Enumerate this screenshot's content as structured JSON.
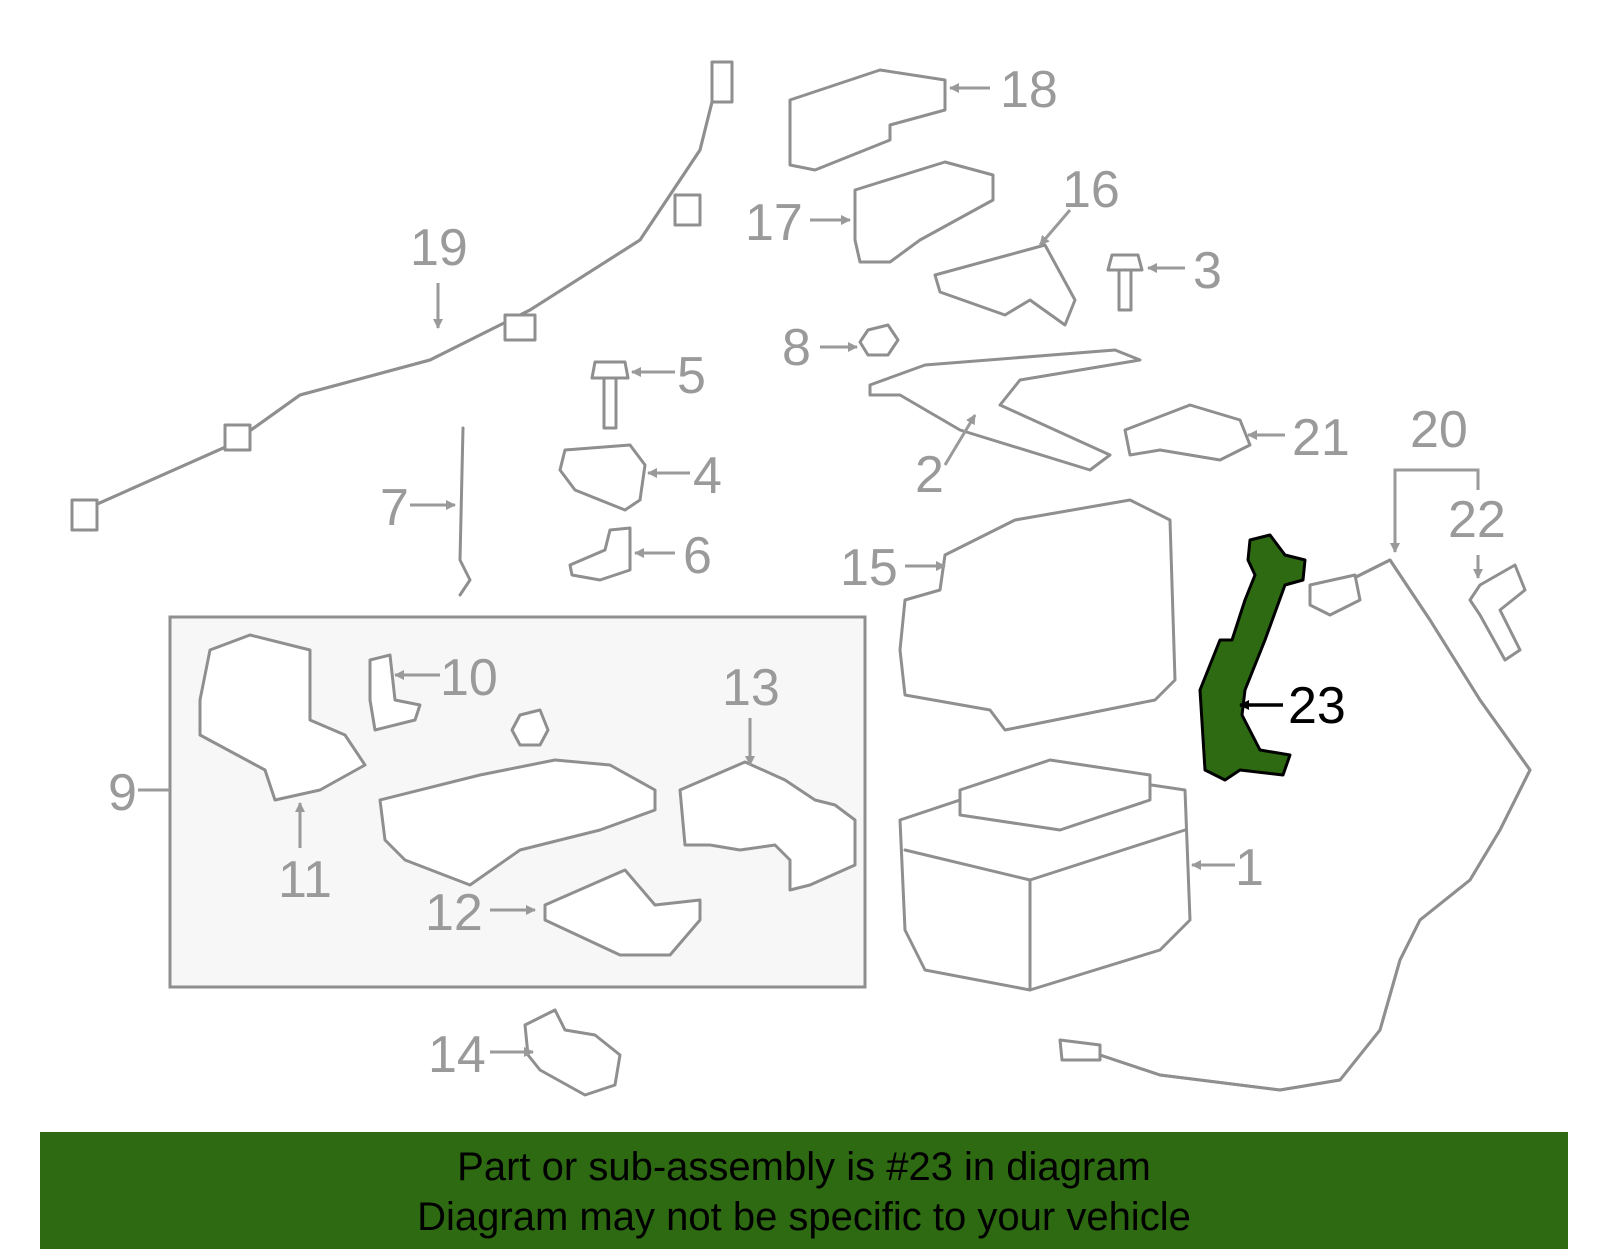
{
  "colors": {
    "highlight": "#2d6a12",
    "banner": "#2d6a12",
    "part_stroke": "#8f8f8f",
    "label_gray": "#9a9a9a",
    "box_fill": "#f7f7f7"
  },
  "callouts": {
    "c1": "1",
    "c2": "2",
    "c3": "3",
    "c4": "4",
    "c5": "5",
    "c6": "6",
    "c7": "7",
    "c8": "8",
    "c9": "9",
    "c10": "10",
    "c11": "11",
    "c12": "12",
    "c13": "13",
    "c14": "14",
    "c15": "15",
    "c16": "16",
    "c17": "17",
    "c18": "18",
    "c19": "19",
    "c20": "20",
    "c21": "21",
    "c22": "22",
    "c23": "23"
  },
  "banner": {
    "line1": "Part or sub-assembly is #23 in diagram",
    "line2": "Diagram may not be specific to your vehicle"
  }
}
